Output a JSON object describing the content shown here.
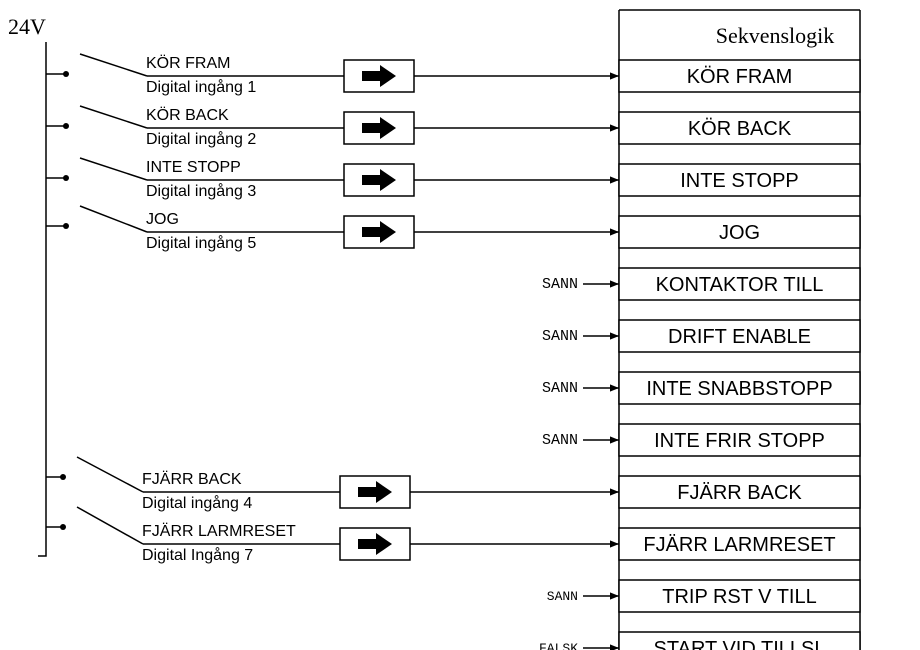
{
  "supply_label": "24V",
  "panel_title": "Sekvenslogik",
  "colors": {
    "ink": "#000000",
    "background": "#ffffff"
  },
  "icons": {
    "arrow": "right-arrow-icon",
    "switch": "switch-icon"
  },
  "inputs": [
    {
      "name": "KÖR FRAM",
      "terminal": "Digital ingång 1",
      "target": "KÖR FRAM"
    },
    {
      "name": "KÖR BACK",
      "terminal": "Digital ingång 2",
      "target": "KÖR BACK"
    },
    {
      "name": "INTE STOPP",
      "terminal": "Digital ingång 3",
      "target": "INTE STOPP"
    },
    {
      "name": "JOG",
      "terminal": "Digital ingång 5",
      "target": "JOG"
    },
    {
      "name": "FJÄRR BACK",
      "terminal": "Digital ingång 4",
      "target": "FJÄRR BACK"
    },
    {
      "name": "FJÄRR LARMRESET",
      "terminal": "Digital Ingång 7",
      "target": "FJÄRR LARMRESET"
    }
  ],
  "constants": [
    {
      "value": "SANN",
      "target": "KONTAKTOR TILL"
    },
    {
      "value": "SANN",
      "target": "DRIFT ENABLE"
    },
    {
      "value": "SANN",
      "target": "INTE SNABBSTOPP"
    },
    {
      "value": "SANN",
      "target": "INTE FRIR STOPP"
    },
    {
      "value": "SANN",
      "target": "TRIP RST V TILL"
    },
    {
      "value": "FALSK",
      "target": "START VID TILLSL"
    }
  ]
}
